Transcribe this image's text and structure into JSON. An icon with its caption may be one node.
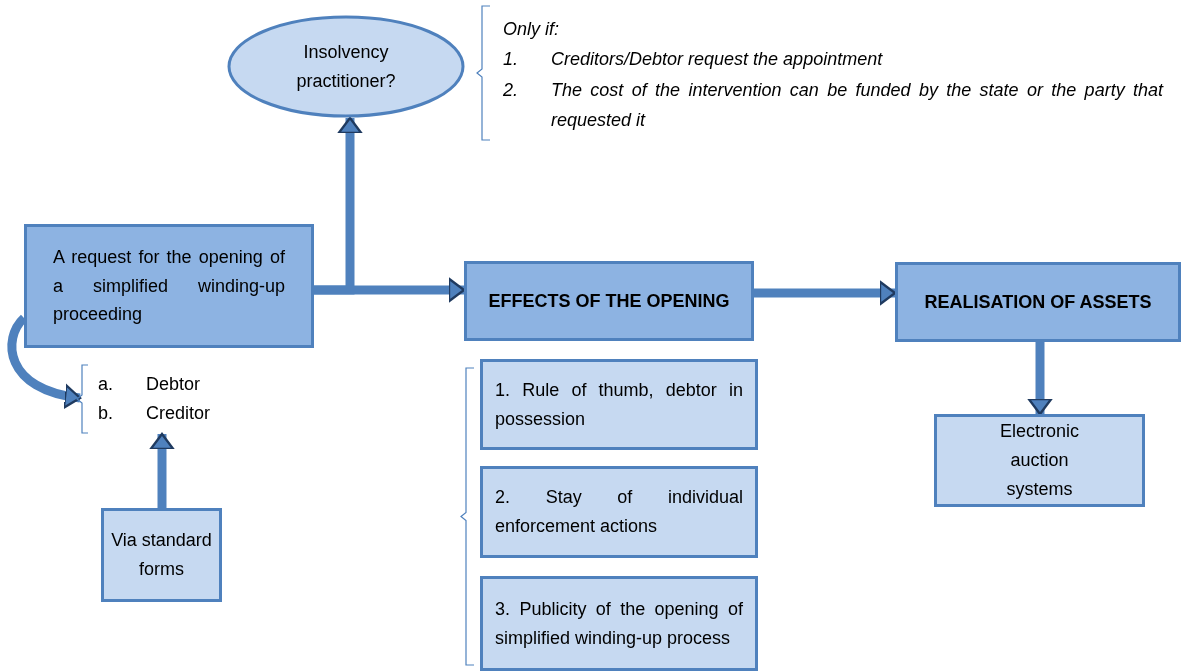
{
  "diagram": {
    "nodes": [
      {
        "text": [
          "Insolvency practitioner?"
        ]
      },
      {
        "text": [
          "A request for the opening of a simplified winding-up proceeding"
        ]
      },
      {
        "text": [
          "EFFECTS OF THE OPENING"
        ]
      },
      {
        "text": [
          "REALISATION OF ASSETS"
        ]
      },
      {
        "text": [
          "a.",
          "Debtor",
          "b.",
          "Creditor"
        ]
      },
      {
        "text": [
          "Via standard forms"
        ]
      },
      {
        "text": [
          "1. Rule of thumb, debtor in possession"
        ]
      },
      {
        "text": [
          "2. Stay of individual enforcement actions"
        ]
      },
      {
        "text": [
          "3. Publicity of the opening of simplified winding-up process"
        ]
      },
      {
        "text": [
          "Electronic auction systems"
        ]
      }
    ],
    "edges": [
      {
        "from": 1,
        "to": 0,
        "arrow": "to"
      },
      {
        "from": 1,
        "to": 2,
        "arrow": "to"
      },
      {
        "from": 2,
        "to": 3,
        "arrow": "to"
      },
      {
        "from": 3,
        "to": 9,
        "arrow": "to"
      },
      {
        "from": 1,
        "to": 4,
        "arrow": "to"
      },
      {
        "from": 5,
        "to": 4,
        "arrow": "to"
      }
    ],
    "labels": [
      "Only if:",
      "1.",
      "Creditors/Debtor request the appointment",
      "2.",
      "The cost of the intervention can be funded by the state or the party that requested it"
    ]
  }
}
